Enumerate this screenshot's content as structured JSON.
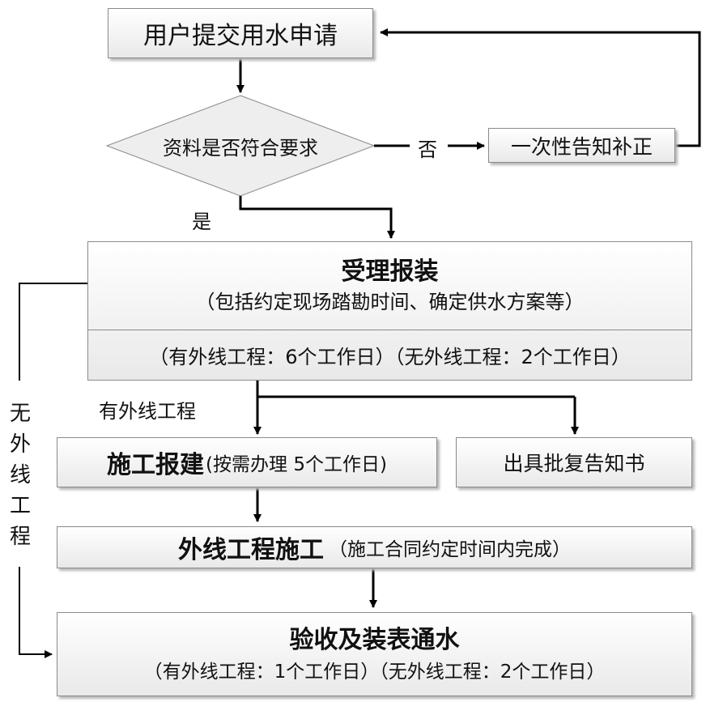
{
  "nodes": {
    "submit": "用户提交用水申请",
    "check": "资料是否符合要求",
    "correction": "一次性告知补正",
    "accept_title": "受理报装",
    "accept_sub": "（包括约定现场踏勘时间、确定供水方案等）",
    "accept_time": "（有外线工程：6个工作日）（无外线工程：2个工作日）",
    "construction_permit_title": "施工报建",
    "construction_permit_sub": "(按需办理  5个工作日)",
    "approval": "出具批复告知书",
    "external_title": "外线工程施工",
    "external_sub": "（施工合同约定时间内完成）",
    "final_title": "验收及装表通水",
    "final_time": "（有外线工程：1个工作日）（无外线工程：2个工作日）"
  },
  "edges": {
    "no": "否",
    "yes": "是",
    "with_external": "有外线工程",
    "without_external": [
      "无",
      "外",
      "线",
      "工",
      "程"
    ]
  }
}
